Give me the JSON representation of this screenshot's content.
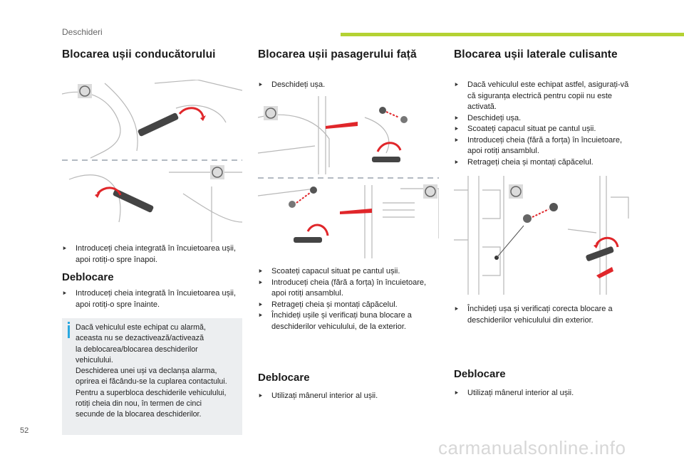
{
  "header": {
    "section": "Deschideri",
    "accent_color": "#b4d233"
  },
  "page_number": "52",
  "watermark": "carmanualsonline.info",
  "col1": {
    "title": "Blocarea ușii conducătorului",
    "lock_step": "Introduceți cheia integrată în încuietoarea ușii, apoi rotiți-o spre înapoi.",
    "unlock_title": "Deblocare",
    "unlock_step": "Introduceți cheia integrată în încuietoarea ușii, apoi rotiți-o spre înainte.",
    "info": {
      "icon": "info-icon",
      "lines": [
        "Dacă vehiculul este echipat cu alarmă,",
        "aceasta nu se dezactivează/activează",
        "la deblocarea/blocarea deschiderilor",
        "vehiculului.",
        "Deschiderea unei uși va declanșa alarma,",
        "oprirea ei făcându-se la cuplarea contactului.",
        "Pentru a superbloca deschiderile vehiculului,",
        "rotiți cheia din nou, în termen de cinci",
        "secunde de la blocarea deschiderilor."
      ]
    }
  },
  "col2": {
    "title": "Blocarea ușii pasagerului față",
    "step_open": "Deschideți ușa.",
    "steps": [
      "Scoateți capacul situat pe cantul ușii.",
      "Introduceți cheia (fără a forța) în încuietoare, apoi rotiți ansamblul.",
      "Retrageți cheia și montați căpăcelul.",
      "Închideți ușile și verificați buna blocare a deschiderilor vehiculului, de la exterior."
    ],
    "unlock_title": "Deblocare",
    "unlock_step": "Utilizați mânerul interior al ușii."
  },
  "col3": {
    "title": "Blocarea ușii laterale culisante",
    "steps": [
      "Dacă vehiculul este echipat astfel, asigurați-vă că siguranța electrică pentru copii nu este activată.",
      "Deschideți ușa.",
      "Scoateți capacul situat pe cantul ușii.",
      "Introduceți cheia (fără a forța) în încuietoare, apoi rotiți ansamblul.",
      "Retrageți cheia și montați căpăcelul."
    ],
    "close_step": "Închideți ușa și verificați corecta blocare a deschiderilor vehiculului din exterior.",
    "unlock_title": "Deblocare",
    "unlock_step": "Utilizați mânerul interior al ușii."
  },
  "bullet_icon": "arrow-bullet-icon",
  "highlight_color": "#e0262a"
}
